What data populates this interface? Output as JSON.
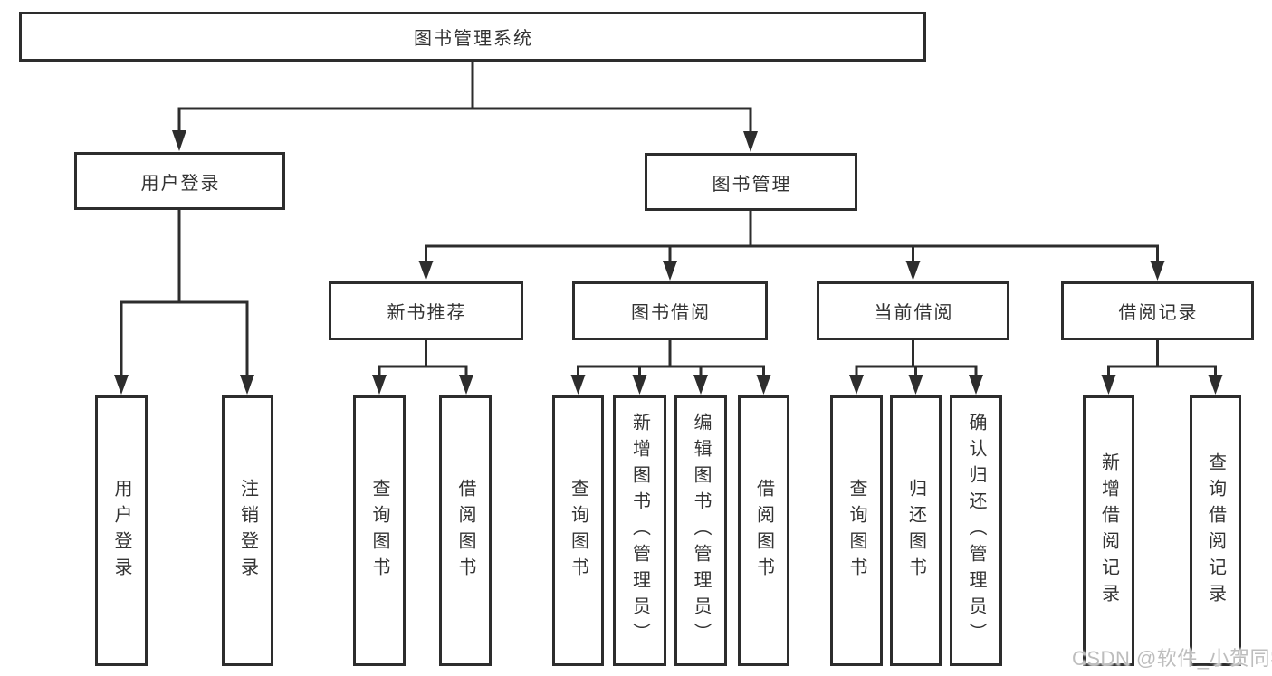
{
  "tree": {
    "label": "图书管理系统",
    "children": [
      {
        "label": "用户登录",
        "children": [
          {
            "label": "用户登录"
          },
          {
            "label": "注销登录"
          }
        ]
      },
      {
        "label": "图书管理",
        "children": [
          {
            "label": "新书推荐",
            "children": [
              {
                "label": "查询图书"
              },
              {
                "label": "借阅图书"
              }
            ]
          },
          {
            "label": "图书借阅",
            "children": [
              {
                "label": "查询图书"
              },
              {
                "label": "新增图书（管理员）"
              },
              {
                "label": "编辑图书（管理员）"
              },
              {
                "label": "借阅图书"
              }
            ]
          },
          {
            "label": "当前借阅",
            "children": [
              {
                "label": "查询图书"
              },
              {
                "label": "归还图书"
              },
              {
                "label": "确认归还（管理员）"
              }
            ]
          },
          {
            "label": "借阅记录",
            "children": [
              {
                "label": "新增借阅记录"
              },
              {
                "label": "查询借阅记录"
              }
            ]
          }
        ]
      }
    ]
  },
  "watermark": {
    "text": "CSDN @软件_小贺同学"
  },
  "colors": {
    "line": "#2d2d2d",
    "text": "#333333",
    "box_fill": "#ffffff",
    "watermark": "#bdbdbd"
  }
}
